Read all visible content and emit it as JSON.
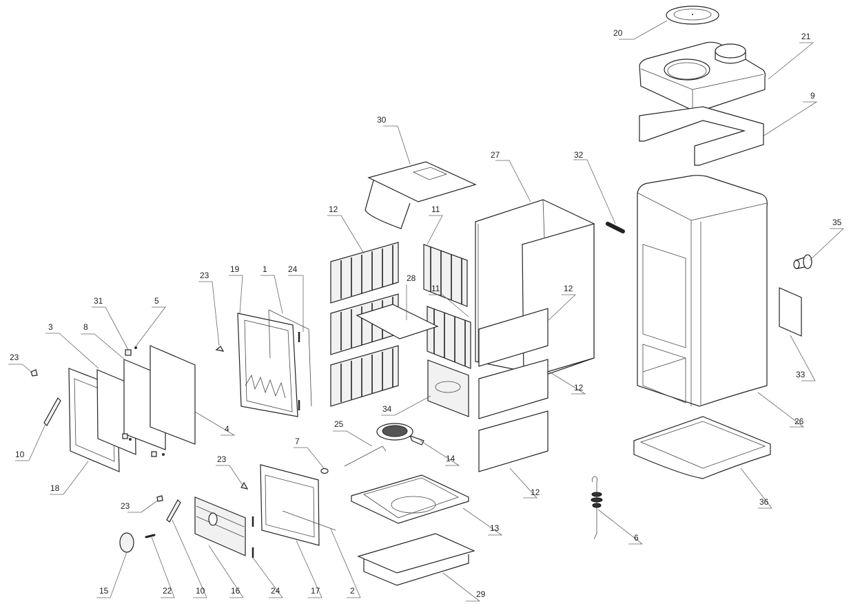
{
  "title": "Exploded parts diagram – stove",
  "colors": {
    "line": "#222222",
    "leader": "#666666",
    "background": "#ffffff"
  },
  "callouts": {
    "c20": "20",
    "c21": "21",
    "c9": "9",
    "c30": "30",
    "c27": "27",
    "c32": "32",
    "c35": "35",
    "c33": "33",
    "c26": "26",
    "c36": "36",
    "c6": "6",
    "c12a": "12",
    "c11a": "11",
    "c28": "28",
    "c11b": "11",
    "c12b": "12",
    "c12c": "12",
    "c12d": "12",
    "c34": "34",
    "c25": "25",
    "c14": "14",
    "c13": "13",
    "c29": "29",
    "c23a": "23",
    "c19": "19",
    "c1": "1",
    "c24a": "24",
    "c31": "31",
    "c5": "5",
    "c3": "3",
    "c8": "8",
    "c4": "4",
    "c23b": "23",
    "c10a": "10",
    "c18": "18",
    "c7": "7",
    "c23c": "23",
    "c23d": "23",
    "c15": "15",
    "c22": "22",
    "c10b": "10",
    "c16": "16",
    "c24b": "24",
    "c17": "17",
    "c2": "2"
  }
}
